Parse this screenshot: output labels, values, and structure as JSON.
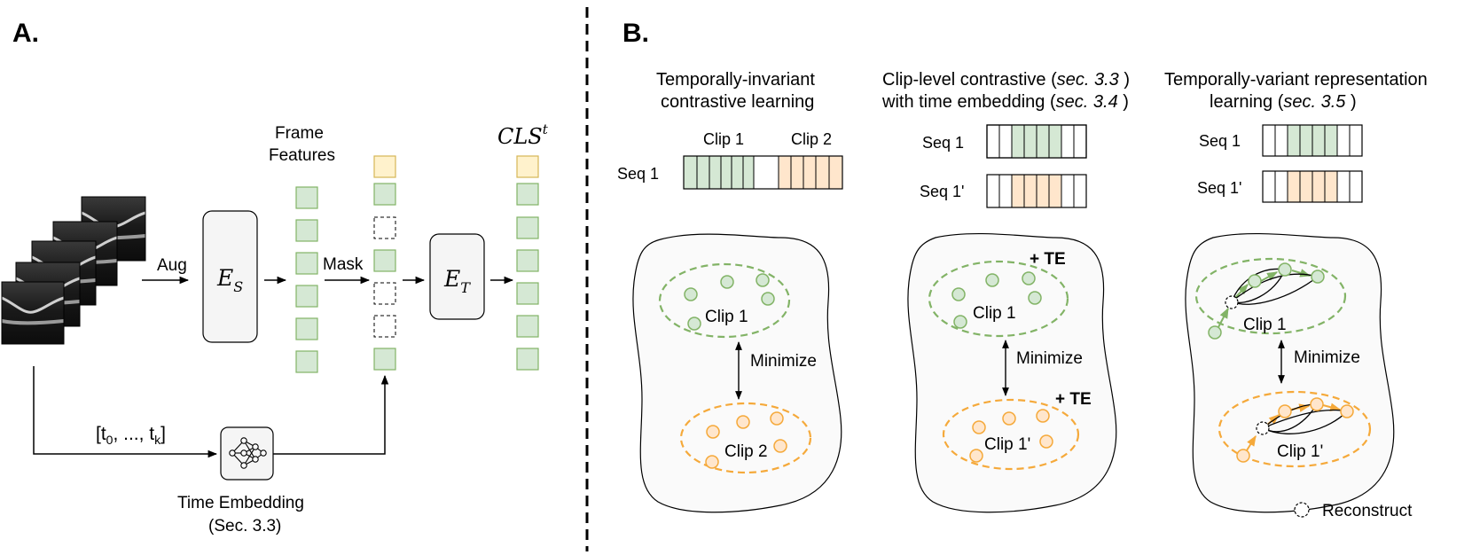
{
  "panel_a": {
    "label": "A.",
    "aug_label": "Aug",
    "es_sym": "E",
    "es_sub": "S",
    "frame_features_line1": "Frame",
    "frame_features_line2": "Features",
    "mask_label": "Mask",
    "et_sym": "E",
    "et_sub": "T",
    "cls_main": "CLS",
    "cls_sup": "t",
    "time_list_open": "[t",
    "time_list_sub0": "0",
    "time_list_mid": ", ..., t",
    "time_list_subk": "k",
    "time_list_close": "]",
    "time_embedding_line1": "Time Embedding",
    "time_embedding_line2": "(Sec. 3.3)"
  },
  "panel_b": {
    "label": "B.",
    "col1": {
      "title_line1": "Temporally-invariant",
      "title_line2": "contrastive learning",
      "clip1_label": "Clip 1",
      "clip2_label": "Clip 2",
      "seq_label": "Seq 1",
      "cluster1_label": "Clip 1",
      "cluster2_label": "Clip 2",
      "minimize": "Minimize"
    },
    "col2": {
      "title_line1_a": "Clip-level contrastive (",
      "title_line1_b": "sec. 3.3",
      "title_line1_c": " )",
      "title_line2_a": "with time embedding (",
      "title_line2_b": "sec. 3.4",
      "title_line2_c": " )",
      "seq1_label": "Seq 1",
      "seq2_label": "Seq 1'",
      "te_top": "+ TE",
      "te_bottom": "+ TE",
      "cluster1_label": "Clip 1",
      "cluster2_label": "Clip 1'",
      "minimize": "Minimize"
    },
    "col3": {
      "title_line1": "Temporally-variant representation",
      "title_line2_a": "learning (",
      "title_line2_b": "sec. 3.5",
      "title_line2_c": " )",
      "seq1_label": "Seq 1",
      "seq2_label": "Seq 1'",
      "cluster1_label": "Clip 1",
      "cluster2_label": "Clip 1'",
      "minimize": "Minimize",
      "legend_reconstruct": "Reconstruct"
    }
  },
  "colors": {
    "green_fill": "#d5e8d4",
    "green_stroke": "#82b366",
    "yellow_fill": "#fff2cc",
    "yellow_stroke": "#d6b656",
    "orange_fill": "#ffe6cc",
    "orange_stroke": "#f5a93a",
    "block_fill": "#f5f5f5",
    "ink": "#000000"
  }
}
